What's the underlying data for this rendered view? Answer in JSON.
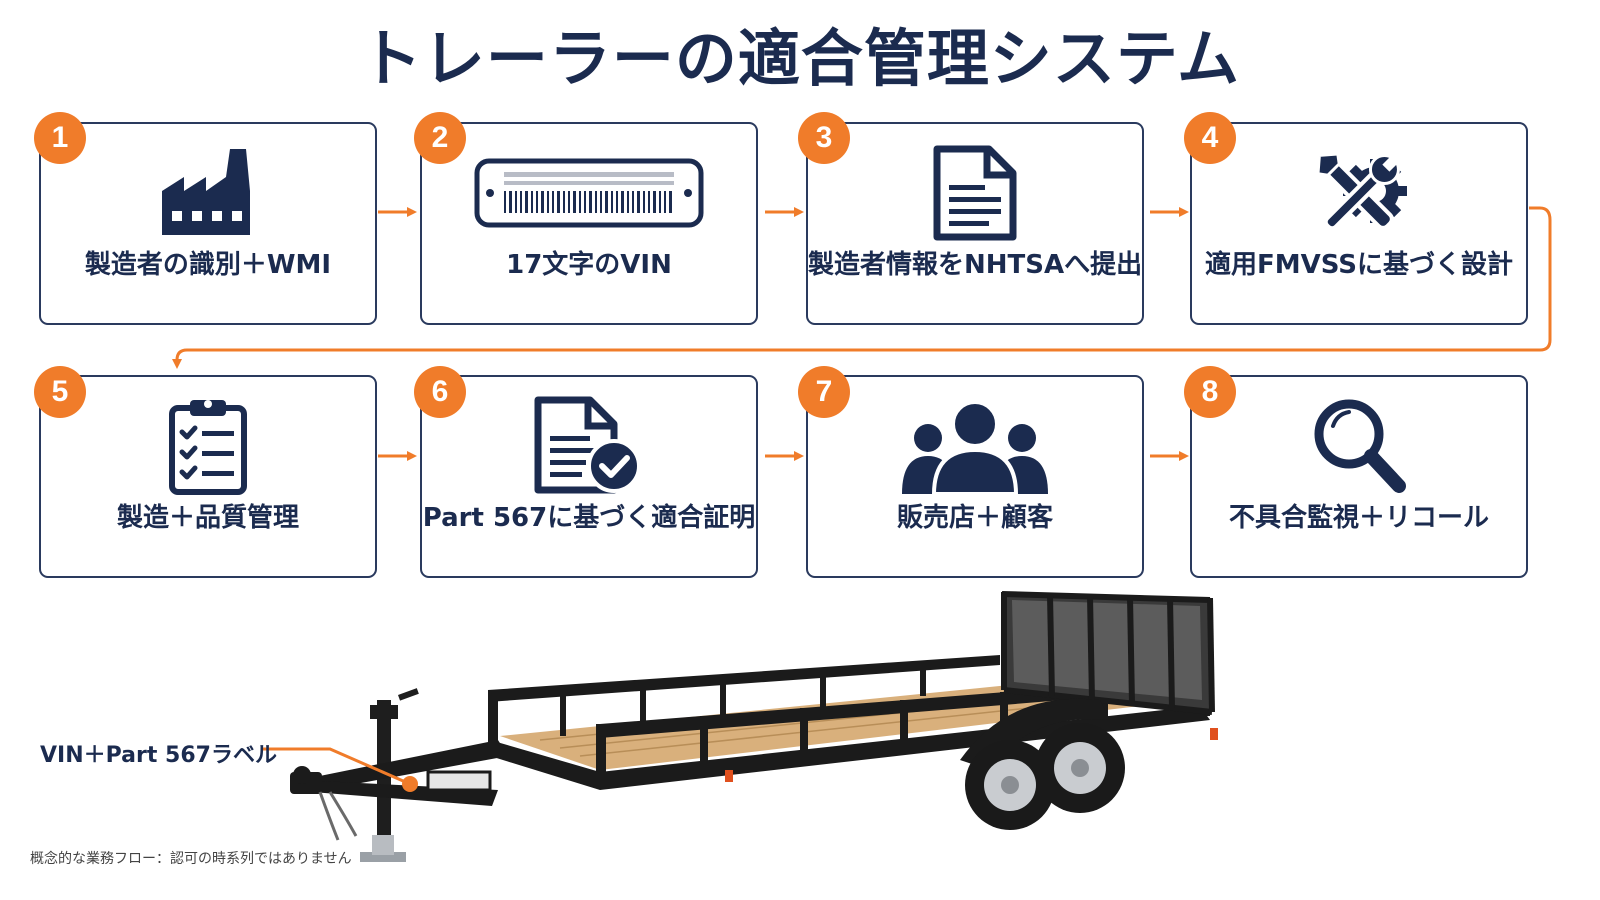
{
  "title": "トレーラーの適合管理システム",
  "steps": [
    {
      "number": "1",
      "label": "製造者の識別＋WMI",
      "icon": "factory-icon"
    },
    {
      "number": "2",
      "label": "17文字のVIN",
      "icon": "vin-plate-icon"
    },
    {
      "number": "3",
      "label": "製造者情報をNHTSAへ提出",
      "icon": "document-icon"
    },
    {
      "number": "4",
      "label": "適用FMVSSに基づく設計",
      "icon": "tools-gear-icon"
    },
    {
      "number": "5",
      "label": "製造＋品質管理",
      "icon": "clipboard-checklist-icon"
    },
    {
      "number": "6",
      "label": "Part 567に基づく適合証明",
      "icon": "certified-document-icon"
    },
    {
      "number": "7",
      "label": "販売店＋顧客",
      "icon": "people-icon"
    },
    {
      "number": "8",
      "label": "不具合監視＋リコール",
      "icon": "magnifier-icon"
    }
  ],
  "callout": "VIN＋Part 567ラベル",
  "footnote": "概念的な業務フロー：認可の時系列ではありません",
  "colors": {
    "navy": "#1b2b4f",
    "accent": "#f07c2a",
    "border": "#2a3a5e"
  }
}
